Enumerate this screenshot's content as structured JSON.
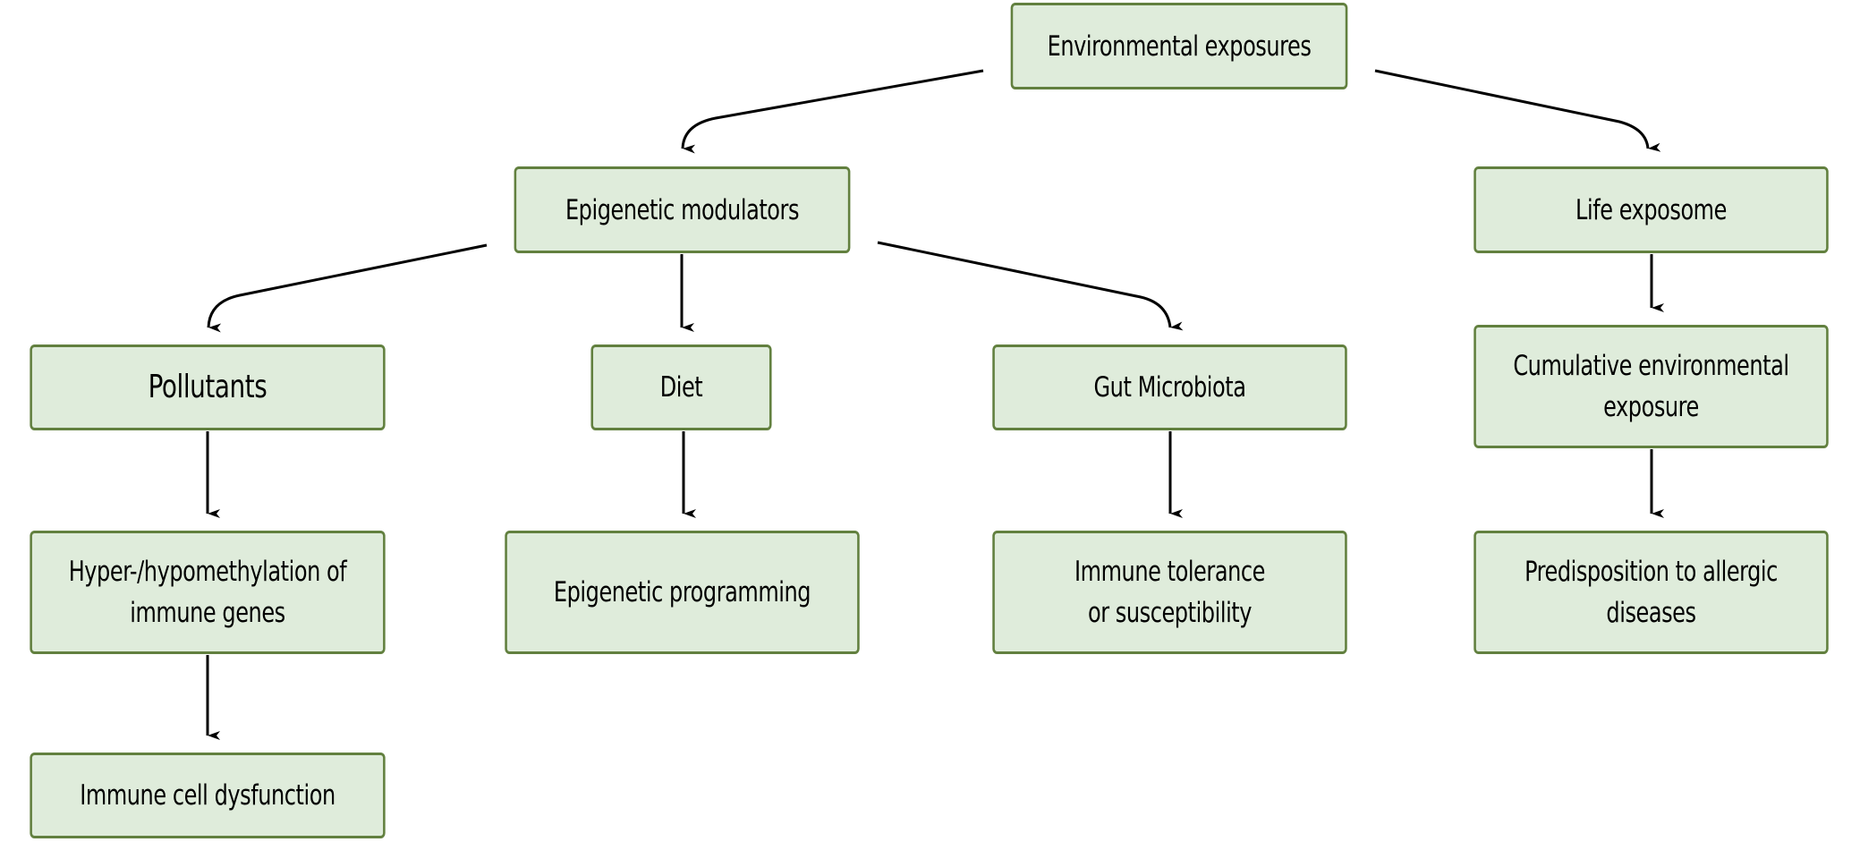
{
  "diagram": {
    "colors": {
      "box_fill": "#dfecdb",
      "box_border": "#62803f",
      "edge": "#000000",
      "text": "#000000"
    },
    "nodes": [
      {
        "id": "environmental-exposures",
        "label": "Environmental exposures"
      },
      {
        "id": "epigenetic-modulators",
        "label": "Epigenetic modulators"
      },
      {
        "id": "life-exposome",
        "label": "Life exposome"
      },
      {
        "id": "pollutants",
        "label": "Pollutants"
      },
      {
        "id": "diet",
        "label": "Diet"
      },
      {
        "id": "gut-microbiota",
        "label": "Gut Microbiota"
      },
      {
        "id": "cumulative-exposure",
        "label": "Cumulative environmental\nexposure"
      },
      {
        "id": "hypermethylation",
        "label": "Hyper-/hypomethylation of\nimmune genes"
      },
      {
        "id": "epigenetic-programming",
        "label": "Epigenetic programming"
      },
      {
        "id": "immune-tolerance",
        "label": "Immune tolerance\nor susceptibility"
      },
      {
        "id": "predisposition",
        "label": "Predisposition to allergic\ndiseases"
      },
      {
        "id": "immune-cell-dysfunction",
        "label": "Immune cell dysfunction"
      }
    ],
    "edges": [
      {
        "from": "environmental-exposures",
        "to": "epigenetic-modulators"
      },
      {
        "from": "environmental-exposures",
        "to": "life-exposome"
      },
      {
        "from": "epigenetic-modulators",
        "to": "pollutants"
      },
      {
        "from": "epigenetic-modulators",
        "to": "diet"
      },
      {
        "from": "epigenetic-modulators",
        "to": "gut-microbiota"
      },
      {
        "from": "life-exposome",
        "to": "cumulative-exposure"
      },
      {
        "from": "pollutants",
        "to": "hypermethylation"
      },
      {
        "from": "diet",
        "to": "epigenetic-programming"
      },
      {
        "from": "gut-microbiota",
        "to": "immune-tolerance"
      },
      {
        "from": "cumulative-exposure",
        "to": "predisposition"
      },
      {
        "from": "hypermethylation",
        "to": "immune-cell-dysfunction"
      }
    ]
  }
}
